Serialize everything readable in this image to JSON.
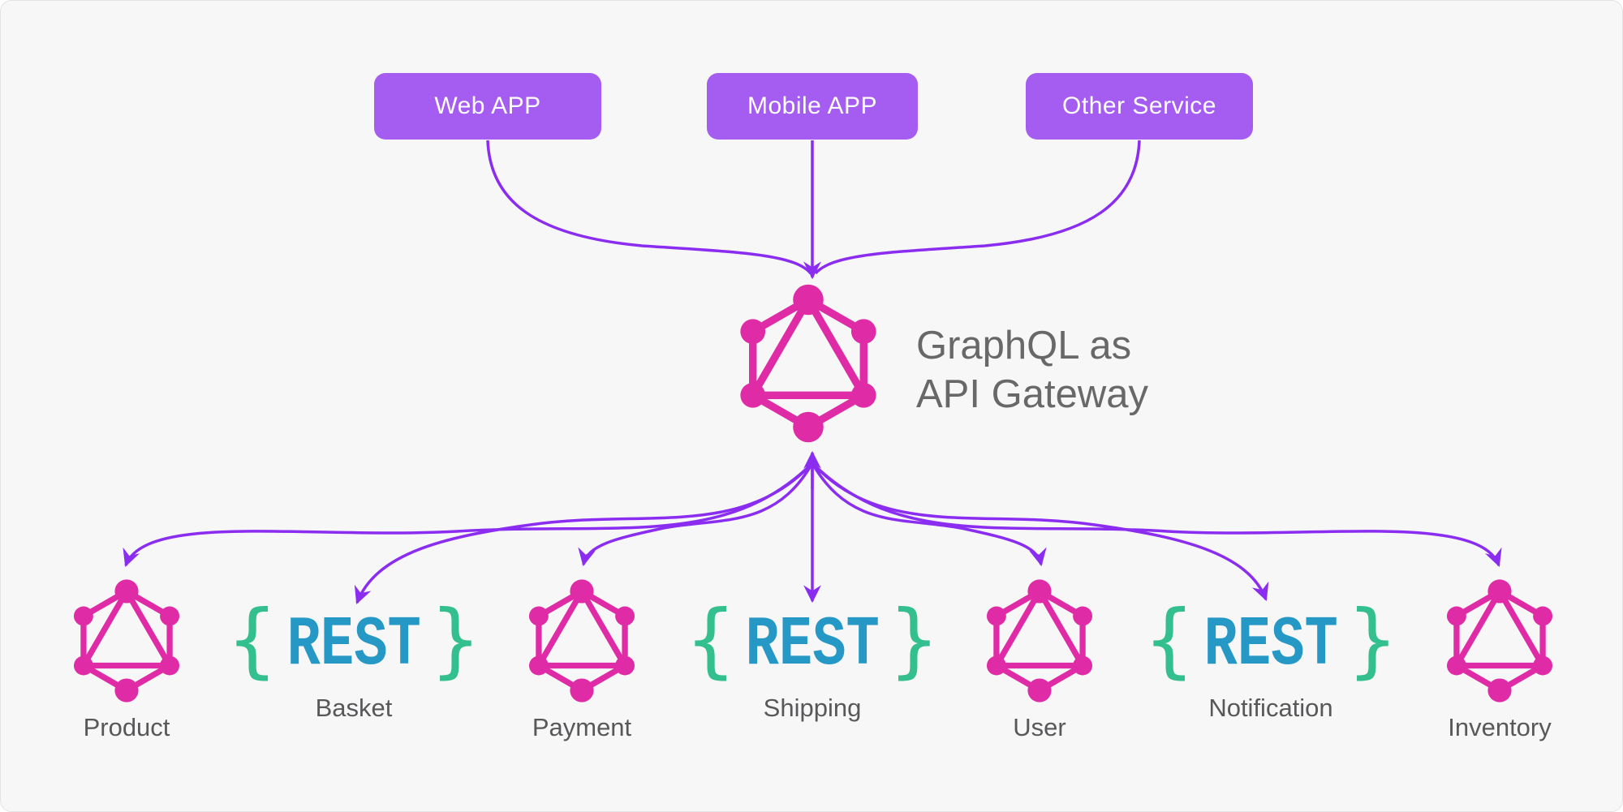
{
  "diagram": {
    "title_line1": "GraphQL as",
    "title_line2": "API Gateway"
  },
  "clients": [
    {
      "id": "web-app",
      "label": "Web APP"
    },
    {
      "id": "mobile-app",
      "label": "Mobile APP"
    },
    {
      "id": "other-service",
      "label": "Other Service"
    }
  ],
  "services": [
    {
      "id": "product",
      "label": "Product",
      "type": "graphql"
    },
    {
      "id": "basket",
      "label": "Basket",
      "type": "rest",
      "icon": {
        "open": "{",
        "text": "REST",
        "close": "}"
      }
    },
    {
      "id": "payment",
      "label": "Payment",
      "type": "graphql"
    },
    {
      "id": "shipping",
      "label": "Shipping",
      "type": "rest",
      "icon": {
        "open": "{",
        "text": "REST",
        "close": "}"
      }
    },
    {
      "id": "user",
      "label": "User",
      "type": "graphql"
    },
    {
      "id": "notification",
      "label": "Notification",
      "type": "rest",
      "icon": {
        "open": "{",
        "text": "REST",
        "close": "}"
      }
    },
    {
      "id": "inventory",
      "label": "Inventory",
      "type": "graphql"
    }
  ],
  "icons": {
    "gateway": "graphql-logo-icon",
    "graphql_service": "graphql-logo-icon",
    "rest_service": "rest-braces-icon"
  },
  "colors": {
    "background": "#f7f7f8",
    "client_box_purple": "#a55cf0",
    "arrow_purple": "#8b2df0",
    "graphql_pink": "#e02ba6",
    "rest_blue": "#2598c5",
    "brace_green": "#33bf8e",
    "label_gray": "#58585a",
    "title_gray": "#686868"
  }
}
